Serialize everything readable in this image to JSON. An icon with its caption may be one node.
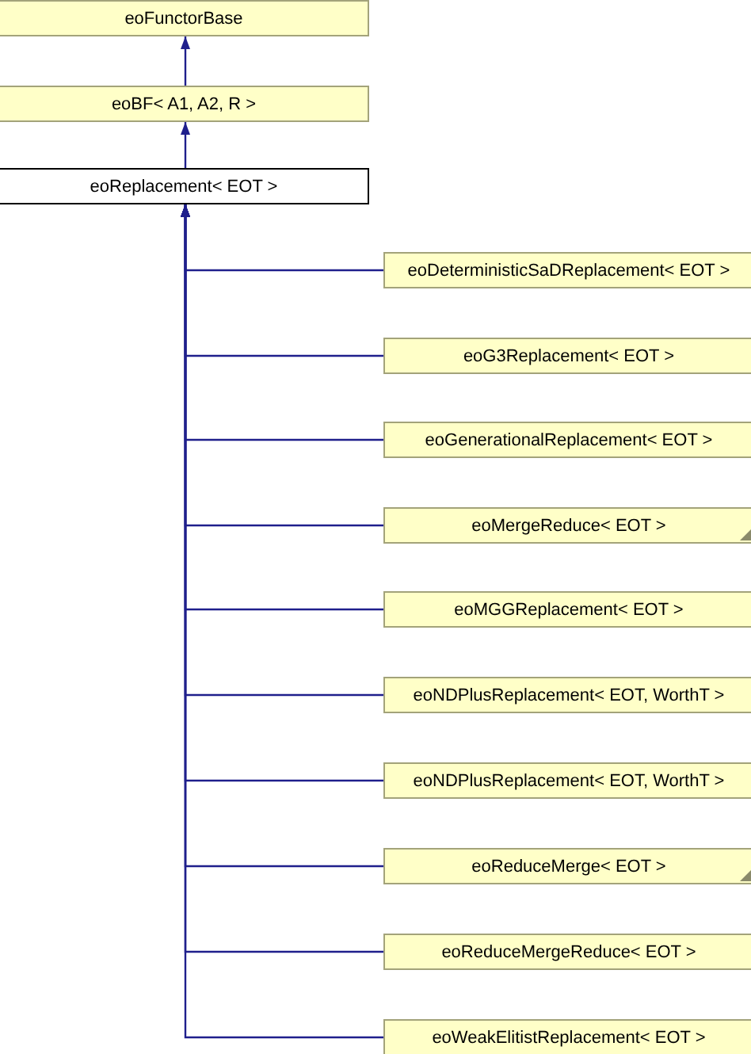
{
  "diagram": {
    "nodes": [
      {
        "text": [
          "eoFunctorBase"
        ]
      },
      {
        "text": [
          "eoBF< A1, A2, R >"
        ]
      },
      {
        "text": [
          "eoReplacement< EOT >"
        ]
      },
      {
        "text": [
          "eoDeterministicSaDReplacement< EOT >"
        ]
      },
      {
        "text": [
          "eoG3Replacement< EOT >"
        ]
      },
      {
        "text": [
          "eoGenerationalReplacement< EOT >"
        ]
      },
      {
        "text": [
          "eoMergeReduce< EOT >"
        ]
      },
      {
        "text": [
          "eoMGGReplacement< EOT >"
        ]
      },
      {
        "text": [
          "eoNDPlusReplacement< EOT, WorthT >"
        ]
      },
      {
        "text": [
          "eoNDPlusReplacement< EOT, WorthT >"
        ]
      },
      {
        "text": [
          "eoReduceMerge< EOT >"
        ]
      },
      {
        "text": [
          "eoReduceMergeReduce< EOT >"
        ]
      },
      {
        "text": [
          "eoWeakElitistReplacement< EOT >"
        ]
      }
    ],
    "edges": [
      {
        "from": 1,
        "to": 0,
        "arrow": "to"
      },
      {
        "from": 2,
        "to": 1,
        "arrow": "to"
      },
      {
        "from": 3,
        "to": 2,
        "arrow": "to"
      },
      {
        "from": 4,
        "to": 2,
        "arrow": "to"
      },
      {
        "from": 5,
        "to": 2,
        "arrow": "to"
      },
      {
        "from": 6,
        "to": 2,
        "arrow": "to"
      },
      {
        "from": 7,
        "to": 2,
        "arrow": "to"
      },
      {
        "from": 8,
        "to": 2,
        "arrow": "to"
      },
      {
        "from": 9,
        "to": 2,
        "arrow": "to"
      },
      {
        "from": 10,
        "to": 2,
        "arrow": "to"
      },
      {
        "from": 11,
        "to": 2,
        "arrow": "to"
      },
      {
        "from": 12,
        "to": 2,
        "arrow": "to"
      }
    ]
  }
}
